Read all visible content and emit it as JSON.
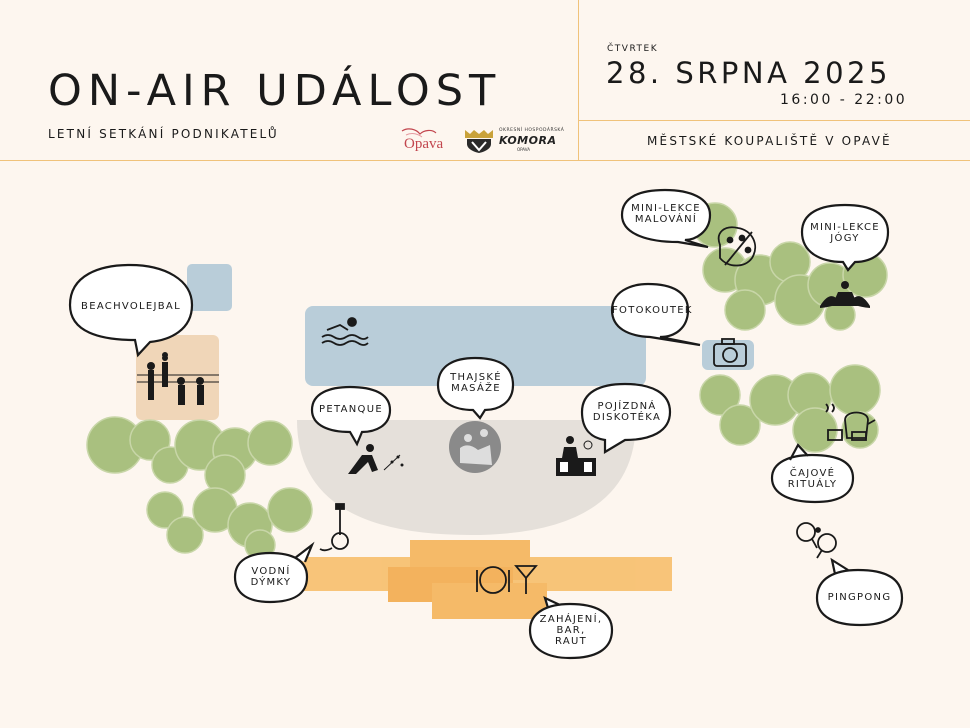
{
  "header": {
    "title": "ON-AIR UDÁLOST",
    "subtitle": "LETNÍ SETKÁNÍ PODNIKATELŮ",
    "day": "ČTVRTEK",
    "date": "28. SRPNA 2025",
    "time": "16:00 - 22:00",
    "venue": "MĚSTSKÉ KOUPALIŠTĚ V OPAVĚ"
  },
  "logos": {
    "city": "Opava",
    "chamber_small": "OKRESNÍ HOSPODÁŘSKÁ",
    "chamber_big": "KOMORA",
    "chamber_city": "OPAVA"
  },
  "activities": {
    "beachvolleyball": "BEACHVOLEJBAL",
    "petanque": "PETANQUE",
    "thai_massage_1": "THAJSKÉ",
    "thai_massage_2": "MASÁŽE",
    "disco_1": "POJÍZDNÁ",
    "disco_2": "DISKOTÉKA",
    "painting_1": "MINI-LEKCE",
    "painting_2": "MALOVÁNÍ",
    "yoga_1": "MINI-LEKCE",
    "yoga_2": "JÓGY",
    "photo_booth": "FOTOKOUTEK",
    "tea_1": "ČAJOVÉ",
    "tea_2": "RITUÁLY",
    "pingpong": "PINGPONG",
    "hookah_1": "VODNÍ",
    "hookah_2": "DÝMKY",
    "opening_1": "ZAHÁJENÍ,",
    "opening_2": "BAR,",
    "opening_3": "RAUT"
  },
  "colors": {
    "background": "#fdf6ef",
    "frame_line": "#f0c27a",
    "pool": "#b9cdd9",
    "tree": "#a9c07f",
    "terrace": "#f5b45a",
    "court": "#f0d6b8",
    "plaza": "#e5e0da",
    "city_logo": "#c2464e"
  }
}
